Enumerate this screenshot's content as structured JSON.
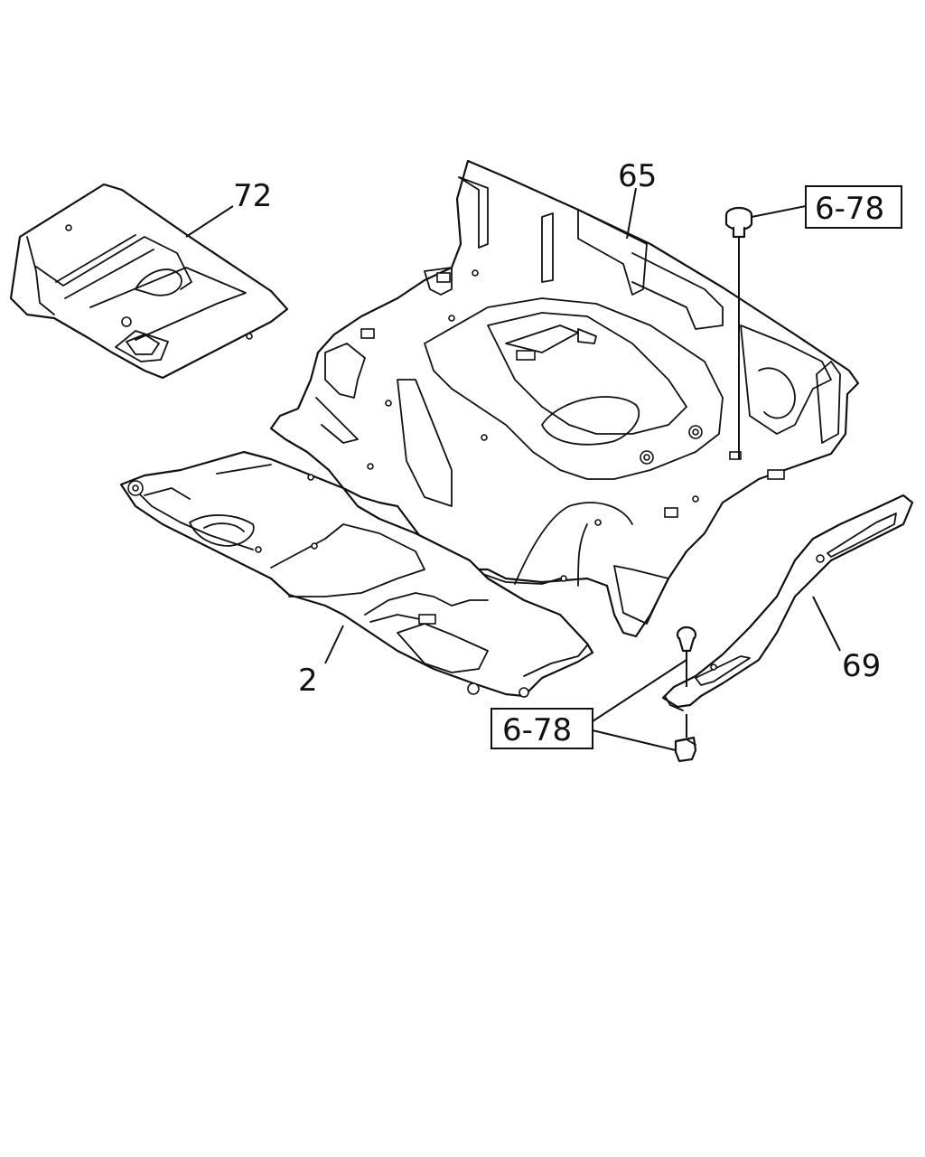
{
  "callouts": {
    "rear_floor_mat": "65",
    "front_mat_left": "72",
    "front_floor_mat": "2",
    "sill_plate": "69",
    "ref_top": "6-78",
    "ref_bottom": "6-78"
  },
  "colors": {
    "line": "#111111",
    "background": "#ffffff"
  }
}
